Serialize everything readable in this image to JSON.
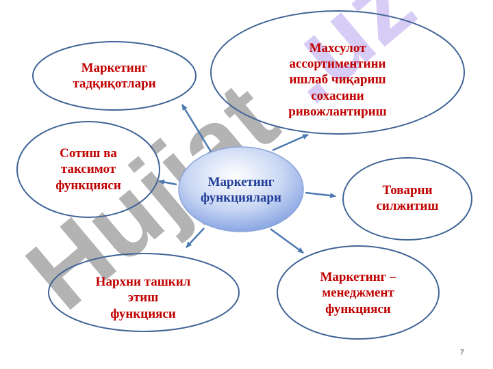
{
  "center": {
    "label": "Маркетинг\nфункциялари"
  },
  "nodes": [
    {
      "id": "research",
      "label": "Маркетинг\nтадқиқотлари"
    },
    {
      "id": "assortment",
      "label": "Махсулот\nассортиментини\nишлаб чиқариш\nсохасини\nривожлантириш"
    },
    {
      "id": "sales",
      "label": "Сотиш ва\nтаксимот\nфункцияси"
    },
    {
      "id": "promotion",
      "label": "Товарни\nсилжитиш"
    },
    {
      "id": "pricing",
      "label": "Нархни ташкил\nэтиш\nфункцияси"
    },
    {
      "id": "management",
      "label": "Маркетинг –\nменеджмент\nфункцияси"
    }
  ],
  "watermark": "Hujjat.uz",
  "page_number": "7",
  "colors": {
    "ellipse_stroke": "#3f6496",
    "arrow": "#4a78b0",
    "text_red": "#c00000",
    "text_blue": "#1f3d99"
  }
}
